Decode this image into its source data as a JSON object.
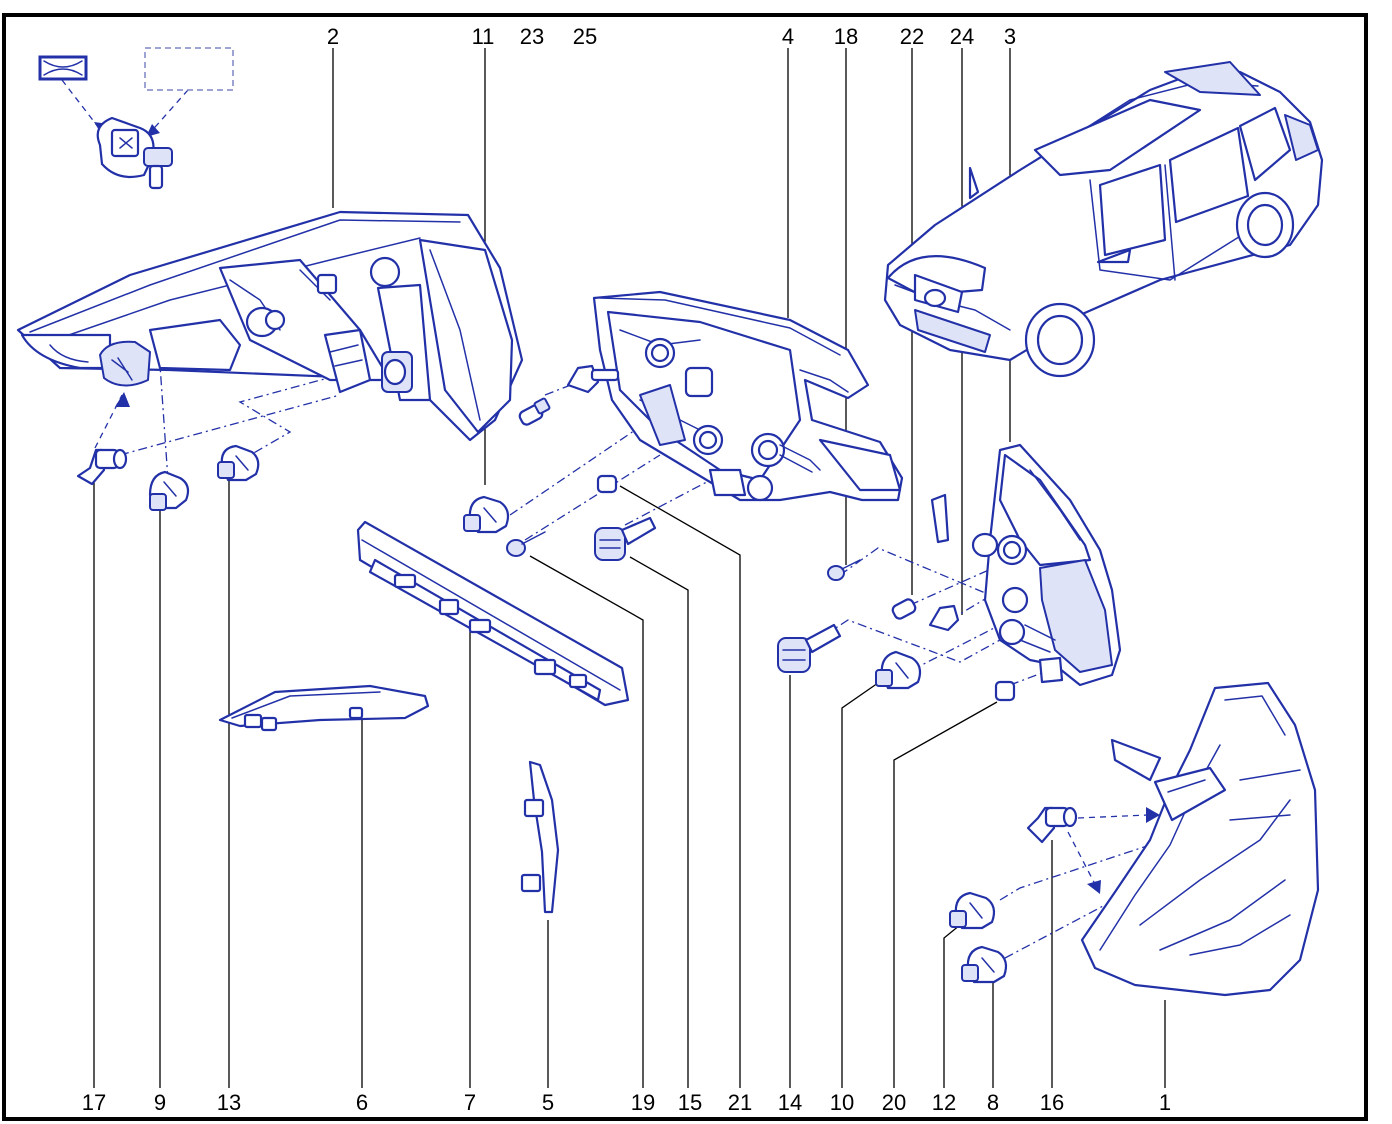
{
  "diagram": {
    "callouts": {
      "c1": "1",
      "c2": "2",
      "c3": "3",
      "c4": "4",
      "c5": "5",
      "c6": "6",
      "c7": "7",
      "c8": "8",
      "c9": "9",
      "c10": "10",
      "c11": "11",
      "c12": "12",
      "c13": "13",
      "c14": "14",
      "c15": "15",
      "c16": "16",
      "c17": "17",
      "c18": "18",
      "c19": "19",
      "c20": "20",
      "c21": "21",
      "c22": "22",
      "c23": "23",
      "c24": "24",
      "c25": "25"
    },
    "colors": {
      "line": "#2331a8",
      "fill": "#dfe3f7",
      "frame": "#000000",
      "background": "#ffffff"
    }
  }
}
